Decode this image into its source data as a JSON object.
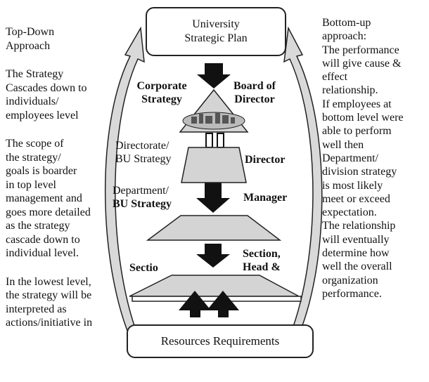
{
  "top_box": {
    "line1": "University",
    "line2": "Strategic Plan"
  },
  "bottom_box": {
    "label": "Resources Requirements"
  },
  "left_text": {
    "p1": [
      "Top-Down",
      "Approach"
    ],
    "p2": [
      "The Strategy",
      " Cascades down to",
      "individuals/",
      "employees level"
    ],
    "p3": [
      "The scope of",
      "the strategy/",
      "goals is boarder",
      "in top level",
      "management and",
      "goes more detailed",
      "as the strategy",
      "cascade down to",
      "individual level."
    ],
    "p4": [
      "In the lowest level,",
      "the strategy will be",
      "interpreted as",
      "actions/initiative in"
    ]
  },
  "right_text": {
    "lines": [
      "Bottom-up",
      "approach:",
      "The performance",
      "will give cause &",
      "effect",
      "relationship.",
      "If employees at",
      "bottom level were",
      "able to perform",
      "well then",
      "Department/",
      "division strategy",
      "is most likely",
      "meet or exceed",
      "expectation.",
      "The relationship",
      "will eventually",
      "determine how",
      "well the overall",
      "organization",
      "performance."
    ]
  },
  "levels": {
    "corporate": {
      "left1": "Corporate",
      "left2": "Strategy",
      "right1": "Board of",
      "right2": "Director"
    },
    "directorate": {
      "left1": "Directorate/",
      "left2": "BU Strategy",
      "right": "Director"
    },
    "department": {
      "left1": "Department/",
      "left2": "BU Strategy",
      "right": "Manager"
    },
    "section": {
      "left": "Sectio",
      "right1": "Section,",
      "right2": "Head &"
    }
  },
  "colors": {
    "ink": "#1a1a1a",
    "grey_fill": "#d4d4d4",
    "arrow": "#111111"
  },
  "icons": [
    "down-arrow-icon",
    "up-arrow-icon",
    "curved-arrow-icon",
    "city-image"
  ]
}
